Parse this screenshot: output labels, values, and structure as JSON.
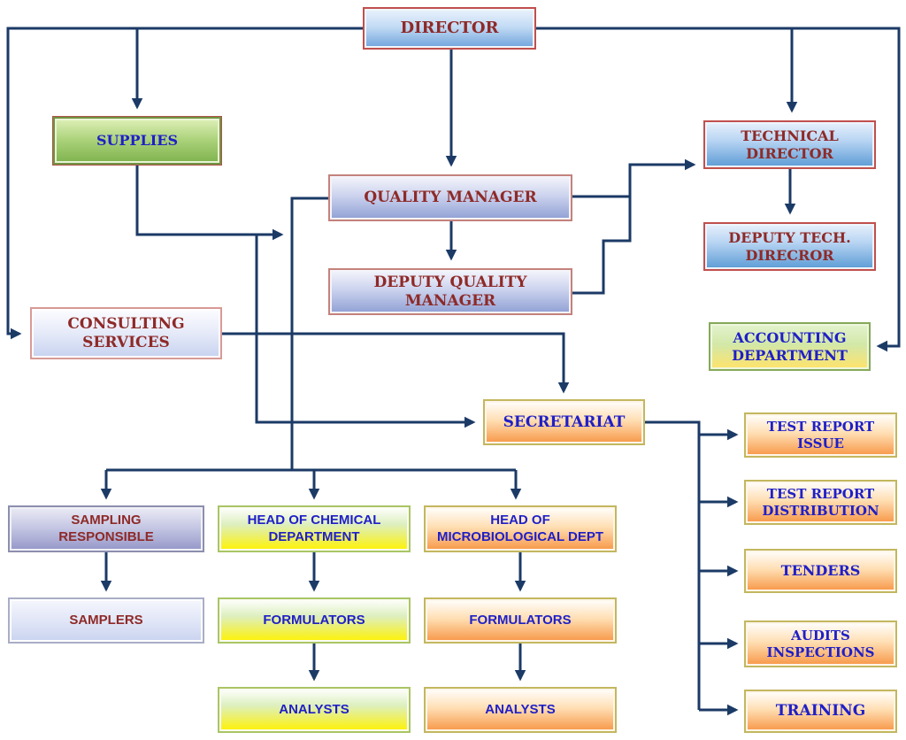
{
  "diagram": {
    "nodes": {
      "director": {
        "label": "DIRECTOR"
      },
      "supplies": {
        "label": "SUPPLIES"
      },
      "technical_director": {
        "label": "TECHNICAL DIRECTOR"
      },
      "quality_manager": {
        "label": "QUALITY MANAGER"
      },
      "deputy_tech_director": {
        "label": "DEPUTY TECH. DIRECROR"
      },
      "deputy_quality_manager": {
        "label": "DEPUTY QUALITY MANAGER"
      },
      "consulting_services": {
        "label": "CONSULTING SERVICES"
      },
      "accounting_department": {
        "label": "ACCOUNTING DEPARTMENT"
      },
      "secretariat": {
        "label": "SECRETARIAT"
      },
      "test_report_issue": {
        "label": "TEST REPORT ISSUE"
      },
      "test_report_distribution": {
        "label": "TEST REPORT DISTRIBUTION"
      },
      "sampling_responsible": {
        "label": "SAMPLING RESPONSIBLE"
      },
      "head_chemical": {
        "label": "HEAD OF CHEMICAL DEPARTMENT"
      },
      "head_microbiological": {
        "label": "HEAD OF MICROBIOLOGICAL DEPT"
      },
      "tenders": {
        "label": "TENDERS"
      },
      "samplers": {
        "label": "SAMPLERS"
      },
      "formulators_chemical": {
        "label": "FORMULATORS"
      },
      "formulators_micro": {
        "label": "FORMULATORS"
      },
      "audits_inspections": {
        "label": "AUDITS INSPECTIONS"
      },
      "analysts_chemical": {
        "label": "ANALYSTS"
      },
      "analysts_micro": {
        "label": "ANALYSTS"
      },
      "training": {
        "label": "TRAINING"
      }
    },
    "edges": [
      {
        "from": "DIRECTOR",
        "to": "SUPPLIES"
      },
      {
        "from": "DIRECTOR",
        "to": "CONSULTING SERVICES"
      },
      {
        "from": "DIRECTOR",
        "to": "QUALITY MANAGER"
      },
      {
        "from": "DIRECTOR",
        "to": "TECHNICAL DIRECTOR"
      },
      {
        "from": "DIRECTOR",
        "to": "ACCOUNTING DEPARTMENT"
      },
      {
        "from": "QUALITY MANAGER",
        "to": "DEPUTY QUALITY MANAGER"
      },
      {
        "from": "QUALITY MANAGER",
        "to": "TECHNICAL DIRECTOR"
      },
      {
        "from": "DEPUTY QUALITY MANAGER",
        "to": "TECHNICAL DIRECTOR"
      },
      {
        "from": "TECHNICAL DIRECTOR",
        "to": "DEPUTY TECH. DIRECROR"
      },
      {
        "from": "SUPPLIES",
        "to": "QUALITY MANAGER"
      },
      {
        "from": "CONSULTING SERVICES",
        "to": "SECRETARIAT"
      },
      {
        "from": "QUALITY MANAGER",
        "to": "SECRETARIAT"
      },
      {
        "from": "QUALITY MANAGER",
        "to": "SAMPLING RESPONSIBLE"
      },
      {
        "from": "QUALITY MANAGER",
        "to": "HEAD OF CHEMICAL DEPARTMENT"
      },
      {
        "from": "QUALITY MANAGER",
        "to": "HEAD OF MICROBIOLOGICAL DEPT"
      },
      {
        "from": "SECRETARIAT",
        "to": "TEST REPORT ISSUE"
      },
      {
        "from": "SECRETARIAT",
        "to": "TEST REPORT DISTRIBUTION"
      },
      {
        "from": "SECRETARIAT",
        "to": "TENDERS"
      },
      {
        "from": "SECRETARIAT",
        "to": "AUDITS INSPECTIONS"
      },
      {
        "from": "SECRETARIAT",
        "to": "TRAINING"
      },
      {
        "from": "SAMPLING RESPONSIBLE",
        "to": "SAMPLERS"
      },
      {
        "from": "HEAD OF CHEMICAL DEPARTMENT",
        "to": "FORMULATORS"
      },
      {
        "from": "FORMULATORS",
        "to": "ANALYSTS"
      },
      {
        "from": "HEAD OF MICROBIOLOGICAL DEPT",
        "to": "FORMULATORS"
      },
      {
        "from": "FORMULATORS",
        "to": "ANALYSTS"
      }
    ],
    "colors": {
      "arrow": "#1b3a66",
      "dark_red_text": "#8e2a28",
      "blue_text": "#1f1fc8",
      "orange_fill": "#f79646",
      "yellow_fill": "#fff200",
      "green_fill": "#7fb24e",
      "blue_fill": "#5b9bd5",
      "periwinkle_fill": "#8f9fd4"
    }
  }
}
